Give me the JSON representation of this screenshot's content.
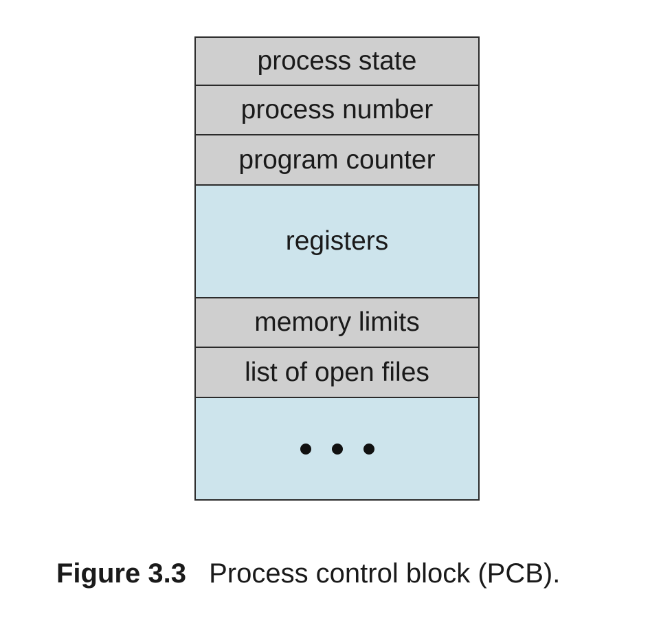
{
  "diagram": {
    "rows": [
      {
        "label": "process state",
        "fill": "#cfcfcf"
      },
      {
        "label": "process number",
        "fill": "#cfcfcf"
      },
      {
        "label": "program counter",
        "fill": "#cfcfcf"
      },
      {
        "label": "registers",
        "fill": "#cde4ec"
      },
      {
        "label": "memory limits",
        "fill": "#cfcfcf"
      },
      {
        "label": "list of open files",
        "fill": "#cfcfcf"
      },
      {
        "label": "• • •",
        "fill": "#cde4ec"
      }
    ]
  },
  "caption": {
    "label": "Figure 3.3",
    "text": "Process control block (PCB)."
  }
}
